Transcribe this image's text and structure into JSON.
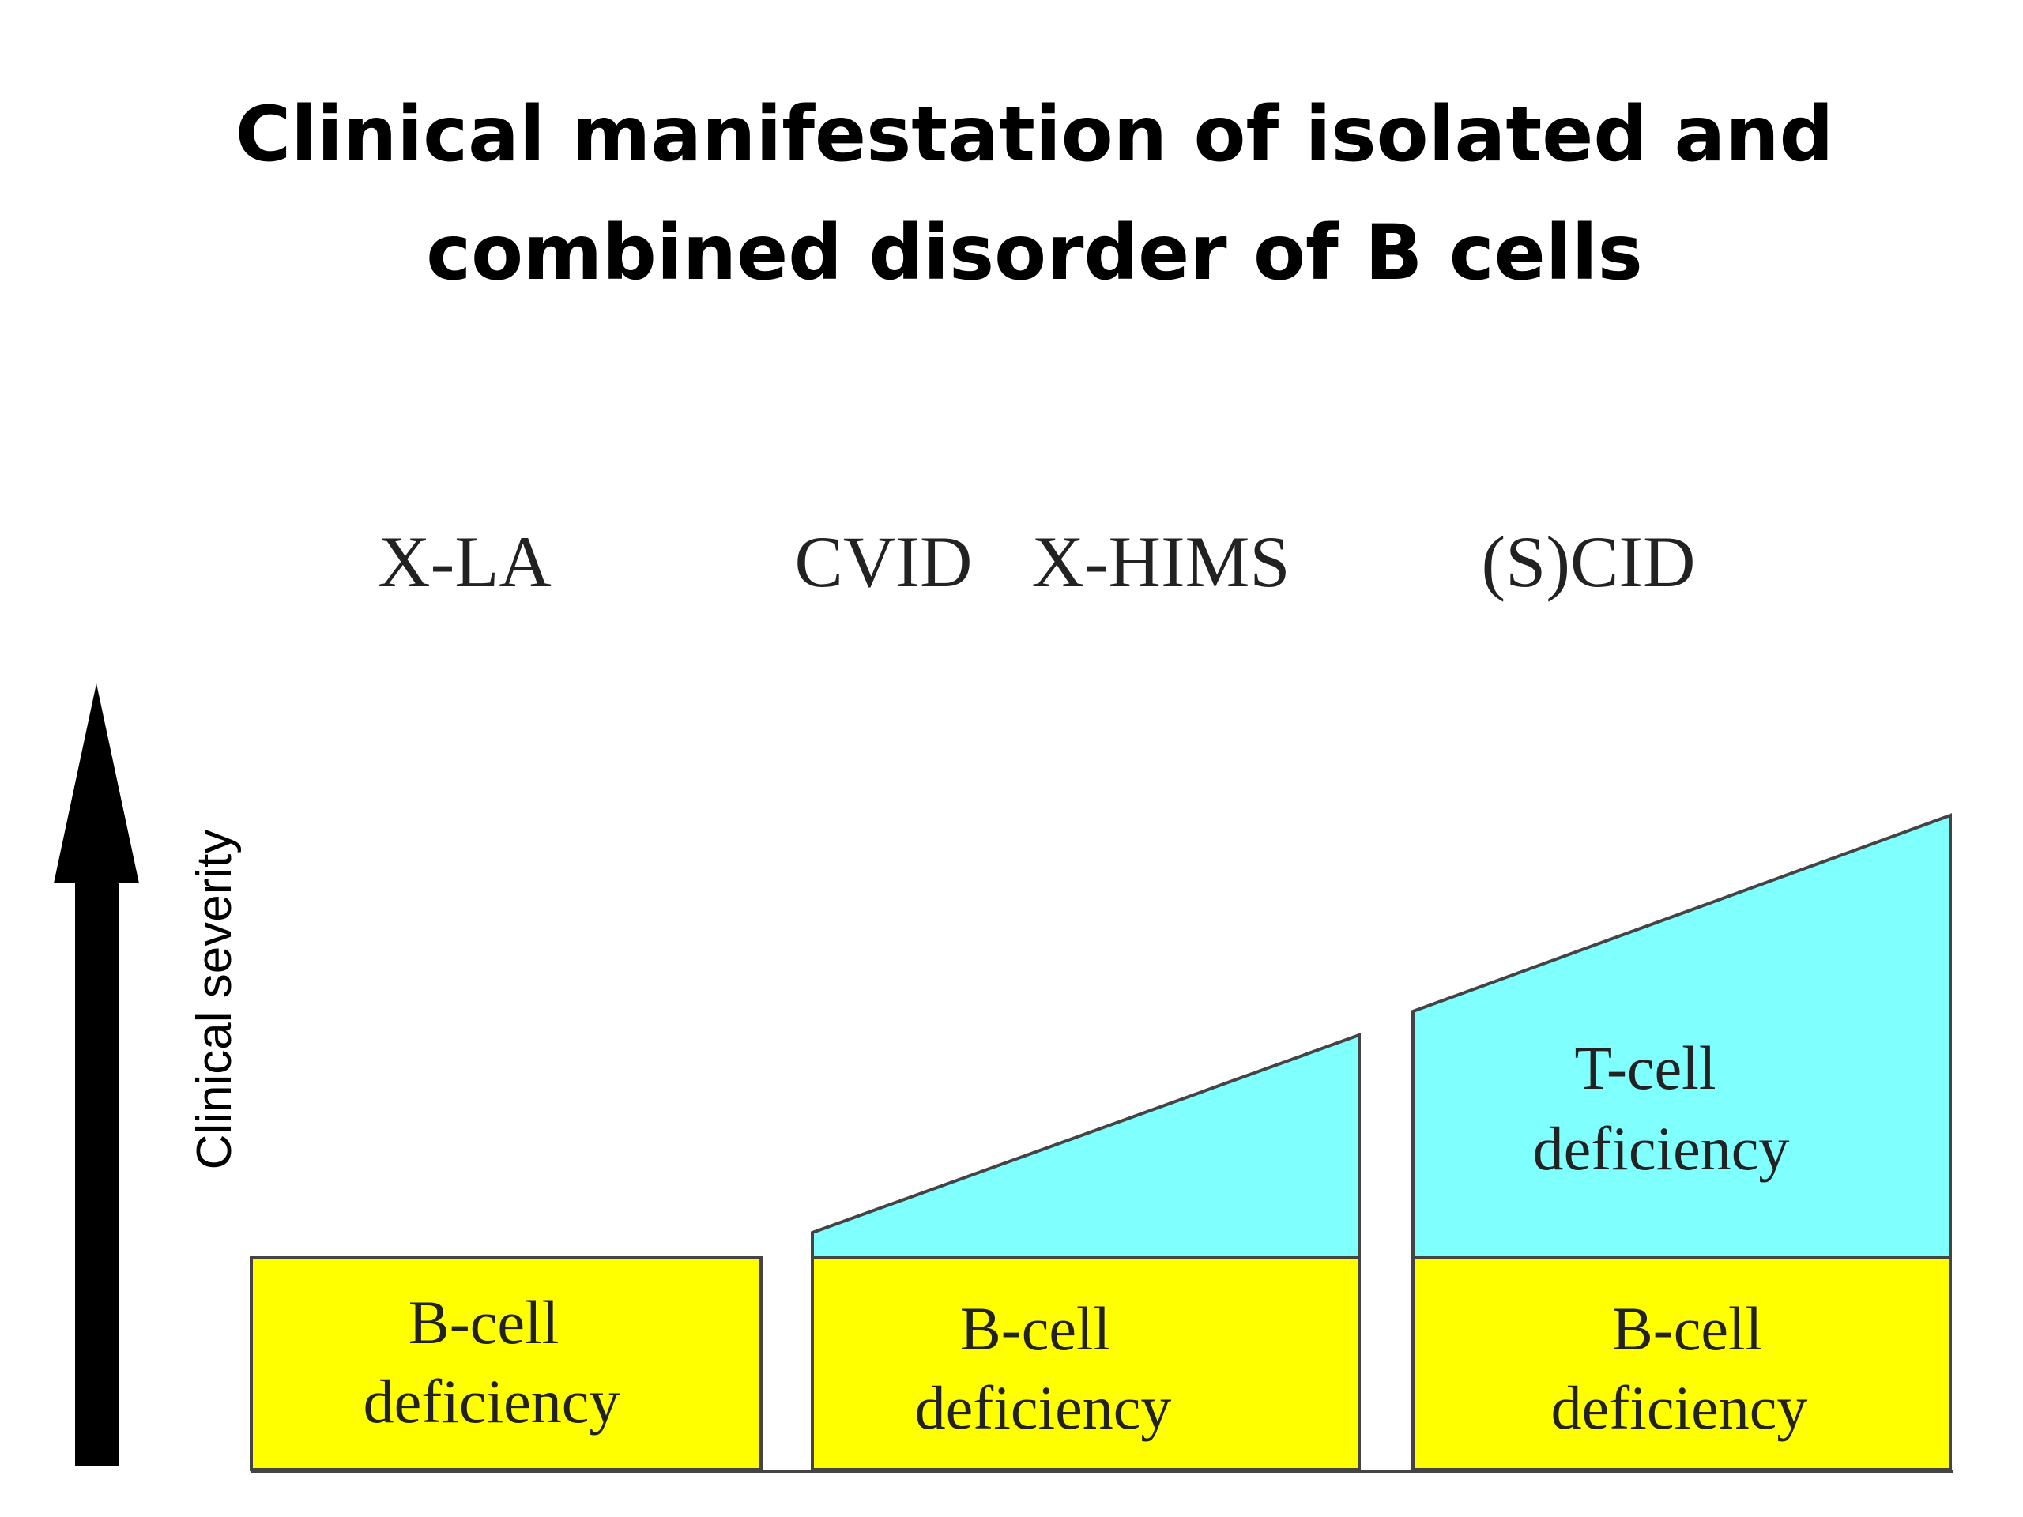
{
  "title": {
    "line1": "Clinical manifestation of isolated and",
    "line2": "combined disorder of B cells"
  },
  "axis": {
    "label": "Clinical severity"
  },
  "categories": {
    "xla": "X-LA",
    "cvid": "CVID",
    "xhims": "X-HIMS",
    "scid": "(S)CID"
  },
  "boxes": {
    "b_cell_line1": "B-cell",
    "b_cell_line2": "deficiency",
    "t_cell_line1": "T-cell",
    "t_cell_line2": "deficiency"
  },
  "colors": {
    "b_cell": "#ffff00",
    "t_cell": "#80ffff",
    "arrow": "#000000",
    "outline": "#444444"
  }
}
